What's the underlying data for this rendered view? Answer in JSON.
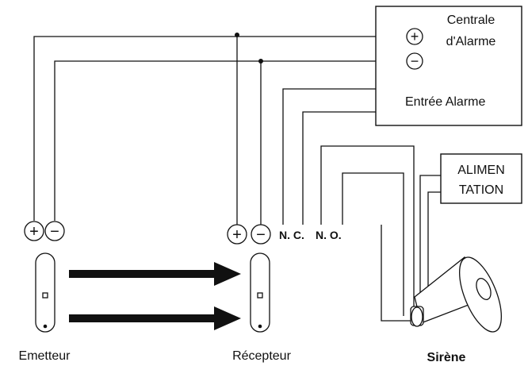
{
  "central": {
    "line1": "Centrale",
    "line2": "d'Alarme",
    "plus": "+",
    "minus": "−",
    "input_label": "Entrée Alarme"
  },
  "power": {
    "line1": "ALIMEN",
    "line2": "TATION"
  },
  "transmitter": {
    "label": "Emetteur",
    "plus": "+",
    "minus": "−"
  },
  "receiver": {
    "label": "Récepteur",
    "plus": "+",
    "minus": "−",
    "nc_label": "N. C.",
    "no_label": "N. O."
  },
  "siren": {
    "label": "Sirène"
  },
  "colors": {
    "line": "#111111",
    "background": "#ffffff"
  }
}
